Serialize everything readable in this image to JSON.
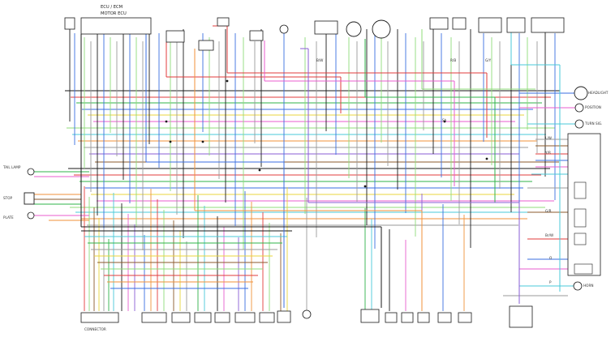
{
  "diagram": {
    "title_lines": [
      "ECU / ECM",
      "MOTOR ECU"
    ],
    "bottom_left_label": "CONNECTOR",
    "right_labels": [
      "HEADLIGHT",
      "POSITION",
      "TURN SIG.",
      "HORN"
    ],
    "left_labels": [
      "TAIL LAMP",
      "STOP",
      "PLATE"
    ],
    "small_labels": [
      "B/W",
      "R/B",
      "G/Y",
      "L/W",
      "Y/R",
      "G/R",
      "Br/W",
      "O",
      "P",
      "Sb"
    ],
    "colors": {
      "black": "#1a1a1a",
      "red": "#e23b3b",
      "green": "#2fb34a",
      "blue": "#3a6ee0",
      "yellow": "#e8d43c",
      "pink": "#e85ccf",
      "lightgreen": "#8fdc7a",
      "cyan": "#49c9d8",
      "orange": "#f0923a",
      "gray": "#9a9a9a",
      "violet": "#8a5ed6",
      "brown": "#8b5a2b"
    }
  }
}
